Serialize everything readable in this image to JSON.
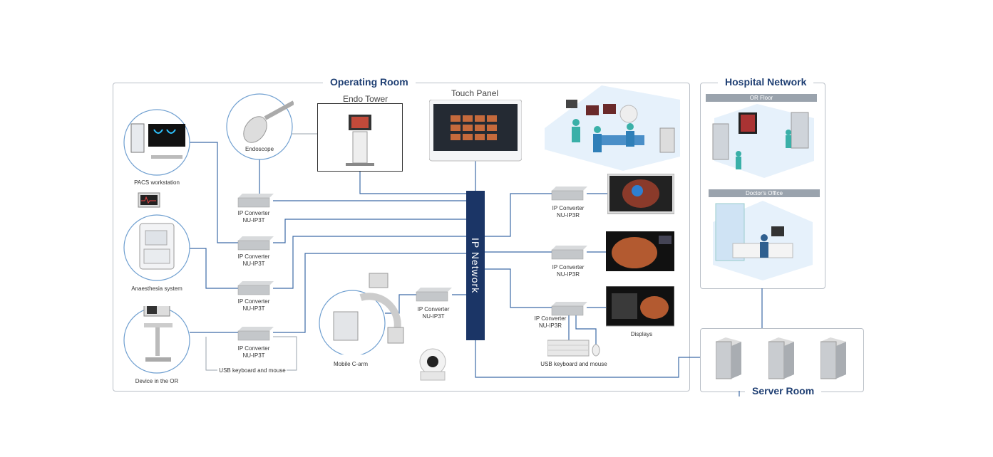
{
  "sections": {
    "operating_room": "Operating Room",
    "hospital_network": "Hospital Network",
    "server_room": "Server Room"
  },
  "or_items": {
    "endo_tower": "Endo Tower",
    "touch_panel": "Touch Panel",
    "endoscope": "Endoscope",
    "pacs": "PACS workstation",
    "anaesthesia": "Anaesthesia system",
    "device_or": "Device in the OR",
    "mobile_carm": "Mobile C-arm",
    "displays": "Displays",
    "usb_left": "USB keyboard and mouse",
    "usb_right": "USB keyboard and mouse"
  },
  "network": {
    "label": "IP Network"
  },
  "converters": {
    "conv1": [
      "IP Converter",
      "NU-IP3T"
    ],
    "conv2": [
      "IP Converter",
      "NU-IP3T"
    ],
    "conv3": [
      "IP Converter",
      "NU-IP3T"
    ],
    "conv4": [
      "IP Converter",
      "NU-IP3T"
    ],
    "conv5": [
      "IP Converter",
      "NU-IP3T"
    ],
    "conv6": [
      "IP Converter",
      "NU-IP3R"
    ],
    "conv7": [
      "IP Converter",
      "NU-IP3R"
    ],
    "conv8": [
      "IP Converter",
      "NU-IP3R"
    ]
  },
  "hospital": {
    "or_floor": "OR Floor",
    "doctors_office": "Doctor's Office"
  },
  "colors": {
    "network_bar": "#1b3566",
    "title_blue": "#1f3f73",
    "line_blue": "#3d6ba6",
    "frame_gray": "#b9bfc7"
  }
}
